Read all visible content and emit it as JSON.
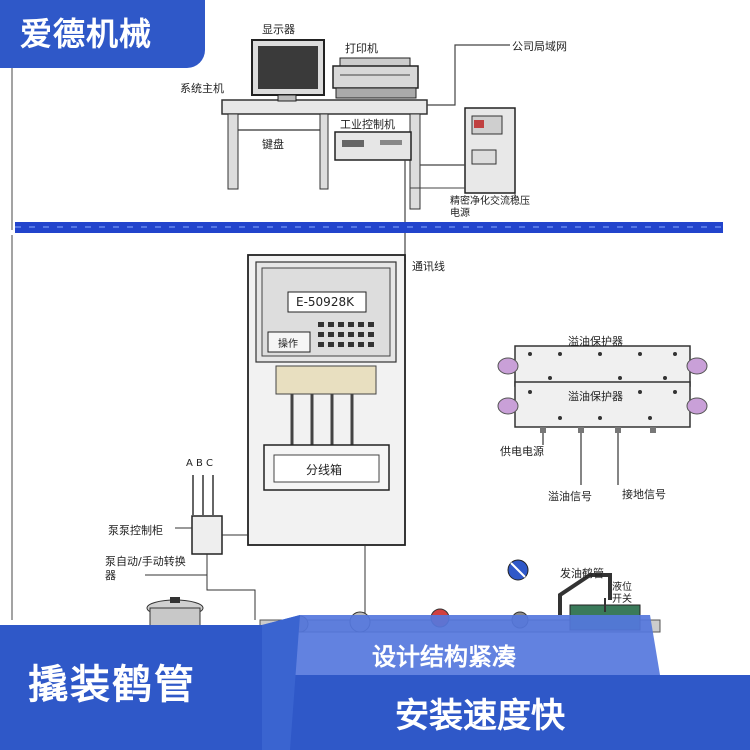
{
  "brand": {
    "name": "爱德机械"
  },
  "diagram": {
    "labels": {
      "display": "显示器",
      "printer": "打印机",
      "host": "系统主机",
      "lan": "公司局域网",
      "ipc": "工业控制机",
      "keyboard": "键盘",
      "power_box": "精密净化交流稳压电源",
      "comm_line": "通讯线",
      "controller_model": "E-50928K",
      "operate": "操作",
      "junction": "分线箱",
      "abc": "A B C",
      "pump_control": "泵泵控制柜",
      "auto_manual": "泵自动/手动转换器",
      "overflow_top": "溢油保护器",
      "overflow_mid": "溢油保护器",
      "power_supply": "供电电源",
      "overflow_signal": "溢油信号",
      "ground_signal": "接地信号",
      "crane_pipe": "发油鹤管",
      "level_switch": "液位开关"
    }
  },
  "footer": {
    "product_title": "撬装鹤管",
    "feature1": "设计结构紧凑",
    "feature2": "安装速度快"
  },
  "colors": {
    "accent_blue": "#2f58c8",
    "bus_blue": "#2244cc",
    "overlay_light": "#5577dd"
  }
}
